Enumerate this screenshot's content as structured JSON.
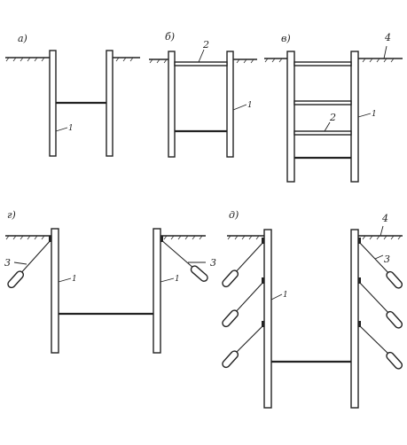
{
  "panels": [
    {
      "id": "a",
      "title": "а)"
    },
    {
      "id": "b",
      "title": "б)"
    },
    {
      "id": "v",
      "title": "в)"
    },
    {
      "id": "g",
      "title": "г)"
    },
    {
      "id": "d",
      "title": "д)"
    }
  ],
  "callouts": {
    "pile": "1",
    "strut": "2",
    "anchor_tie": "3",
    "ground_surface": "4"
  }
}
